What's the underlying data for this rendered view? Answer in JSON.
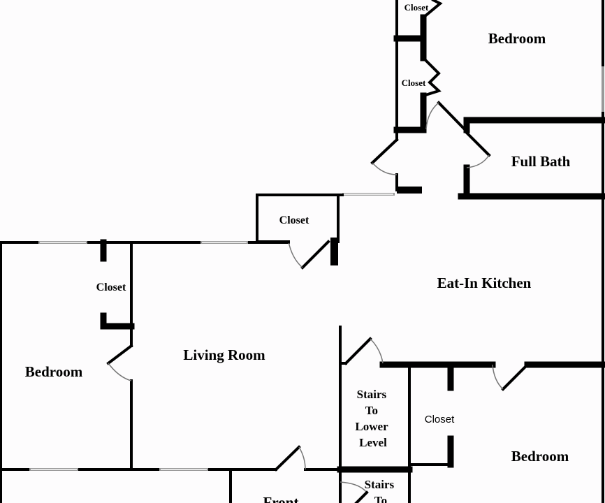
{
  "rooms": {
    "bedroom_top_right": "Bedroom",
    "closet_top": "Closet",
    "closet_second": "Closet",
    "full_bath": "Full Bath",
    "closet_middle": "Closet",
    "eat_in_kitchen": "Eat-In Kitchen",
    "closet_left": "Closet",
    "bedroom_left": "Bedroom",
    "living_room": "Living Room",
    "stairs_lower": [
      "Stairs",
      "To",
      "Lower",
      "Level"
    ],
    "closet_bottom_right": "Closet",
    "bedroom_bottom_right": "Bedroom",
    "stairs_bottom": [
      "Stairs",
      "To"
    ],
    "front": "Front"
  }
}
